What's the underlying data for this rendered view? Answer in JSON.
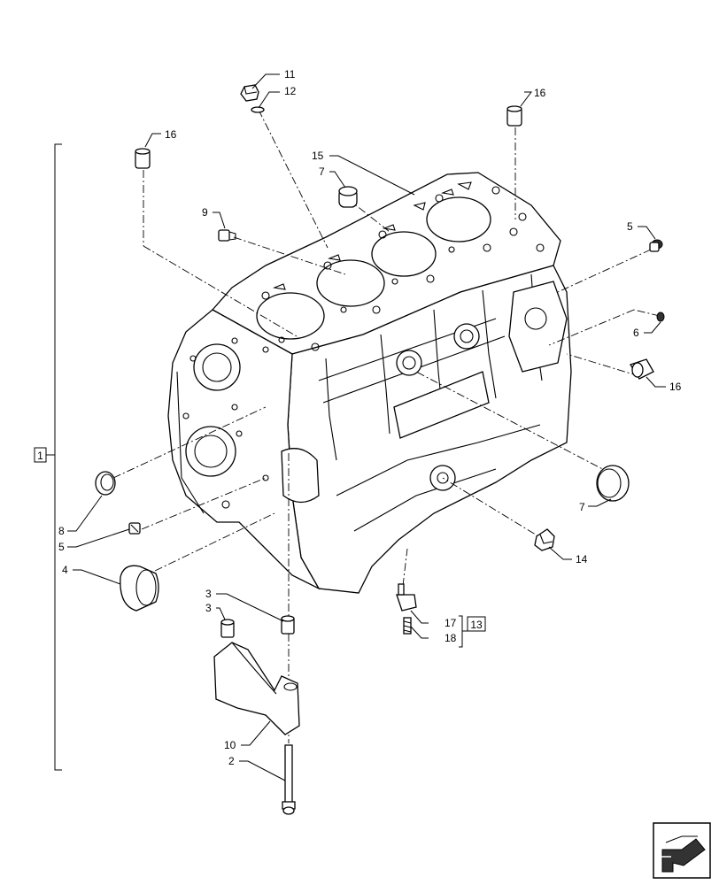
{
  "callouts": {
    "c1": "1",
    "c2": "2",
    "c3a": "3",
    "c3b": "3",
    "c4": "4",
    "c5a": "5",
    "c5b": "5",
    "c6": "6",
    "c7a": "7",
    "c7b": "7",
    "c8": "8",
    "c9": "9",
    "c10": "10",
    "c11": "11",
    "c12": "12",
    "c13": "13",
    "c14": "14",
    "c15": "15",
    "c16a": "16",
    "c16b": "16",
    "c16c": "16",
    "c17": "17",
    "c18": "18"
  },
  "icons": {
    "navigation": "arrow-nav-icon"
  }
}
